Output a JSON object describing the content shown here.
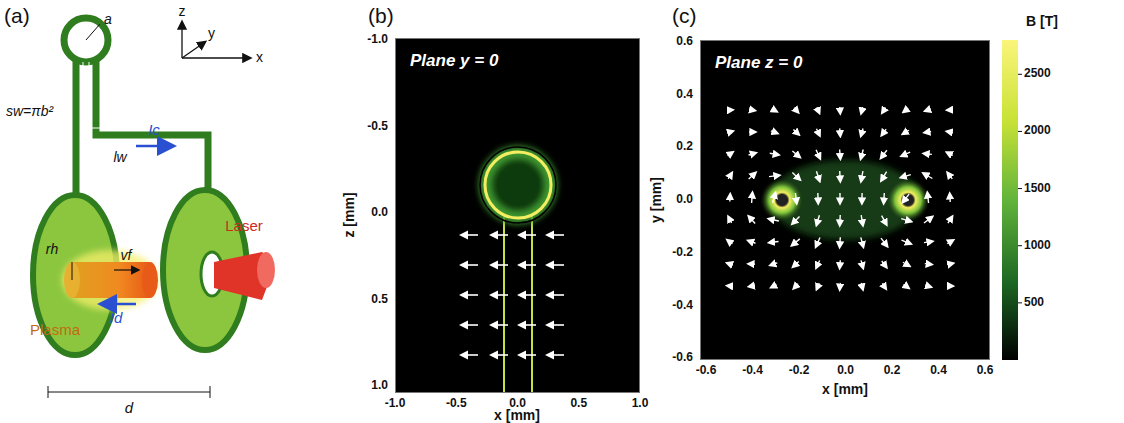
{
  "diagram": {
    "nodes": [
      {
        "text": [
          "Plane y = 0"
        ]
      },
      {
        "text": [
          "Plane z = 0"
        ]
      }
    ],
    "labels": [
      "(a)",
      "z",
      "y",
      "x",
      "a",
      "sw=πb²",
      "Ic",
      "lw",
      "rh",
      "vf",
      "Plasma",
      "Id",
      "Laser",
      "d",
      "(b)",
      "z [mm]",
      "-1.0",
      "-0.5",
      "0.0",
      "0.5",
      "1.0",
      "-1.0",
      "-0.5",
      "0.0",
      "0.5",
      "1.0",
      "x [mm]",
      "(c)",
      "y [mm]",
      "0.6",
      "0.4",
      "0.2",
      "0.0",
      "-0.2",
      "-0.4",
      "-0.6",
      "-0.6",
      "-0.4",
      "-0.2",
      "0.0",
      "0.2",
      "0.4",
      "0.6",
      "x [mm]",
      "B [T]",
      "2500",
      "2000",
      "1500",
      "1000",
      "500"
    ]
  }
}
